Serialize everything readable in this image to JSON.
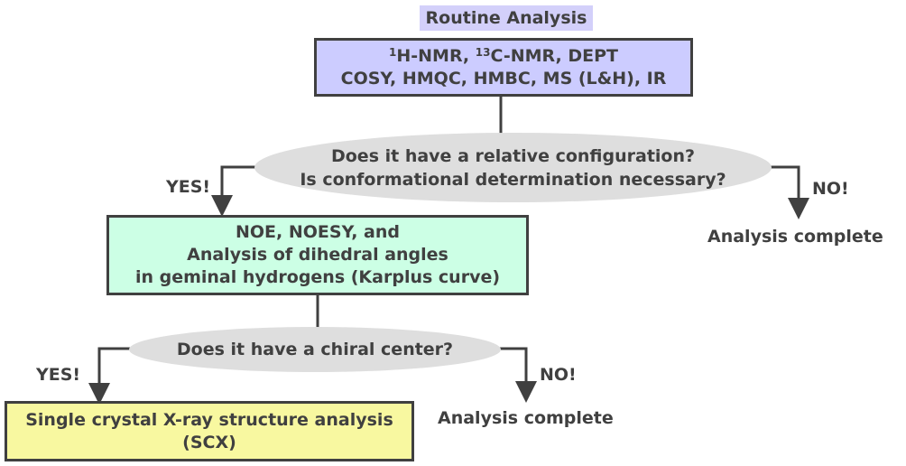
{
  "title": "Routine Analysis",
  "routine_box": {
    "line1_sup1": "1",
    "line1_a": "H-NMR, ",
    "line1_sup2": "13",
    "line1_b": "C-NMR, DEPT",
    "line2": "COSY, HMQC, HMBC, MS (L&H), IR"
  },
  "question1": {
    "line1": "Does it have a relative configuration?",
    "line2": "Is conformational determination necessary?"
  },
  "yes1": "YES!",
  "no1": "NO!",
  "complete1": "Analysis complete",
  "noe_box": {
    "line1": "NOE, NOESY, and",
    "line2": "Analysis of dihedral angles",
    "line3": "in geminal hydrogens (Karplus curve)"
  },
  "question2": "Does it have a chiral center?",
  "yes2": "YES!",
  "no2": "NO!",
  "complete2": "Analysis complete",
  "scx_box": {
    "line1": "Single crystal X-ray structure analysis",
    "line2": "(SCX)"
  },
  "colors": {
    "routine": "#ccccff",
    "noe": "#ccffe5",
    "scx": "#ffff99",
    "question": "#dedede",
    "line": "#404040"
  }
}
